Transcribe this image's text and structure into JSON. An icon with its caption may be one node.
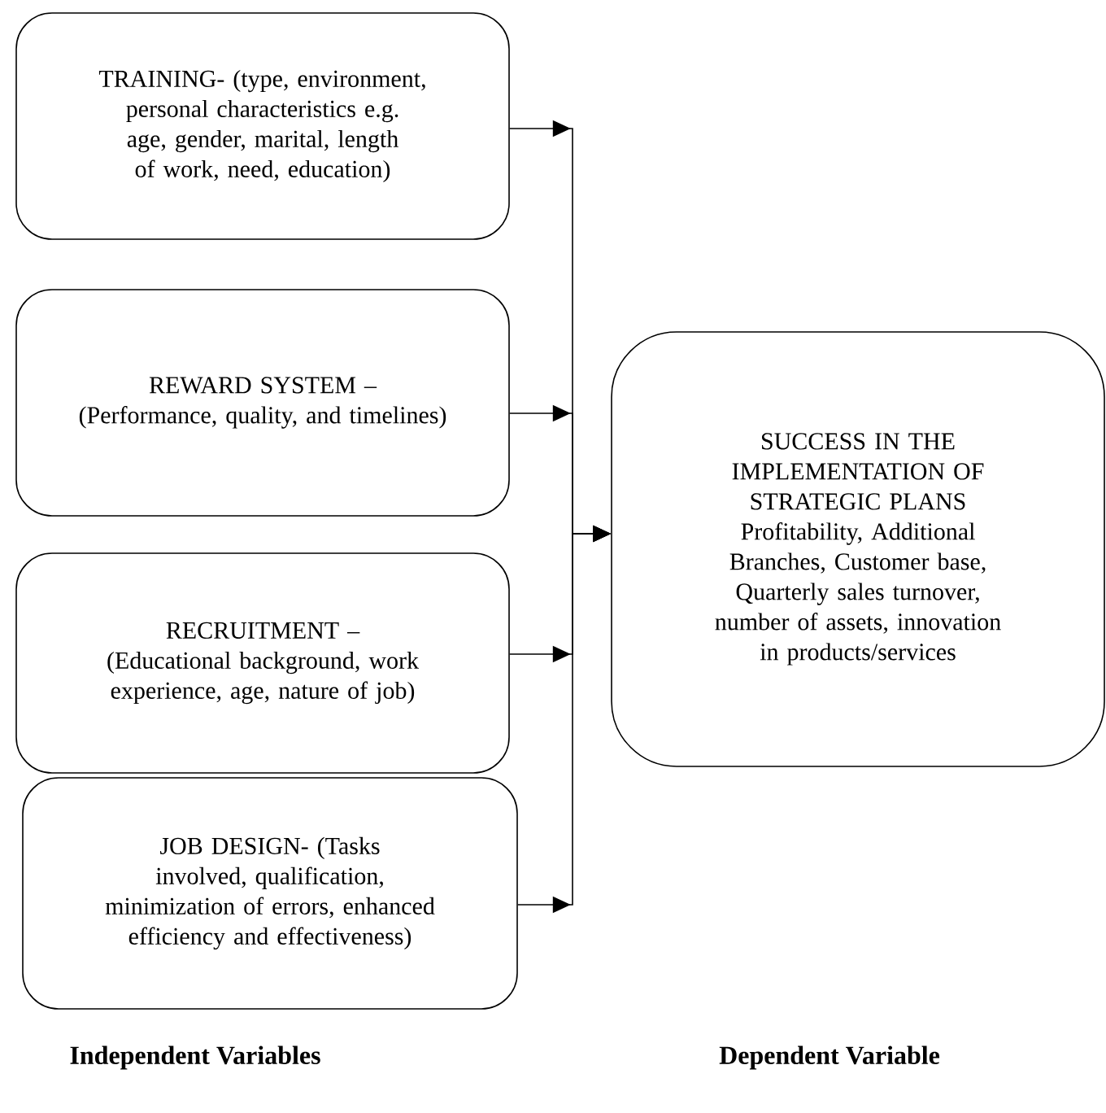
{
  "diagram": {
    "nodes": [
      {
        "text": [
          "TRAINING- (type, environment, personal characteristics e.g. age, gender, marital, length of work, need, education)"
        ]
      },
      {
        "text": [
          "REWARD SYSTEM – (Performance, quality, and timelines)"
        ]
      },
      {
        "text": [
          "RECRUITMENT – (Educational background, work experience, age, nature of job)"
        ]
      },
      {
        "text": [
          "JOB DESIGN- (Tasks involved, qualification, minimization of errors, enhanced efficiency and effectiveness)"
        ]
      },
      {
        "text": [
          "SUCCESS IN THE IMPLEMENTATION OF STRATEGIC PLANS",
          "Profitability, Additional Branches, Customer base, Quarterly sales turnover, number of assets, innovation in products/services"
        ]
      }
    ],
    "edges": [
      {
        "from": 0,
        "to": 4,
        "arrow": "to"
      },
      {
        "from": 1,
        "to": 4,
        "arrow": "to"
      },
      {
        "from": 2,
        "to": 4,
        "arrow": "to"
      },
      {
        "from": 3,
        "to": 4,
        "arrow": "to"
      }
    ],
    "labels": [
      "Independent Variables",
      "Dependent Variable"
    ]
  }
}
